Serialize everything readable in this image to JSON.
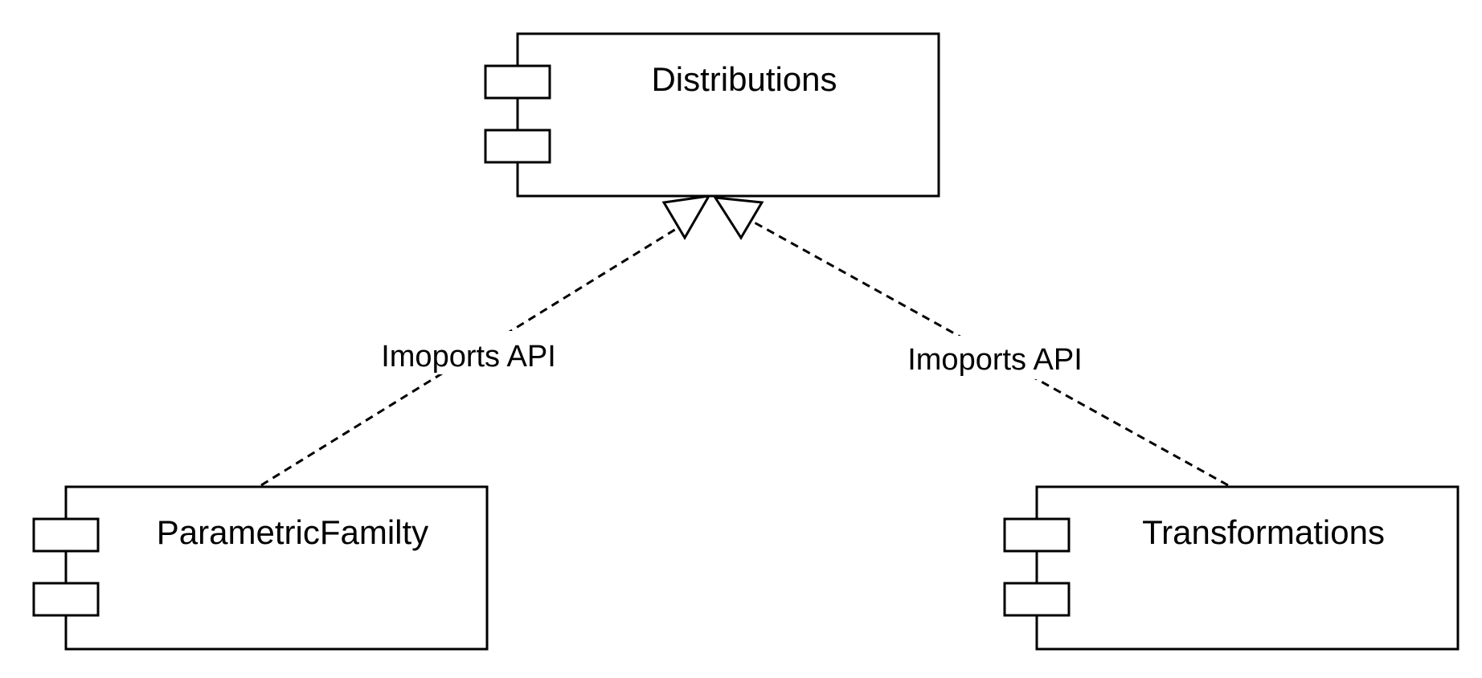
{
  "components": [
    {
      "id": "distributions",
      "name": "Distributions"
    },
    {
      "id": "parametric",
      "name": "ParametricFamilty"
    },
    {
      "id": "transformations",
      "name": "Transformations"
    }
  ],
  "relations": [
    {
      "from": "parametric",
      "to": "distributions",
      "label": "Imoports API",
      "kind": "realization"
    },
    {
      "from": "transformations",
      "to": "distributions",
      "label": "Imoports API",
      "kind": "realization"
    }
  ]
}
